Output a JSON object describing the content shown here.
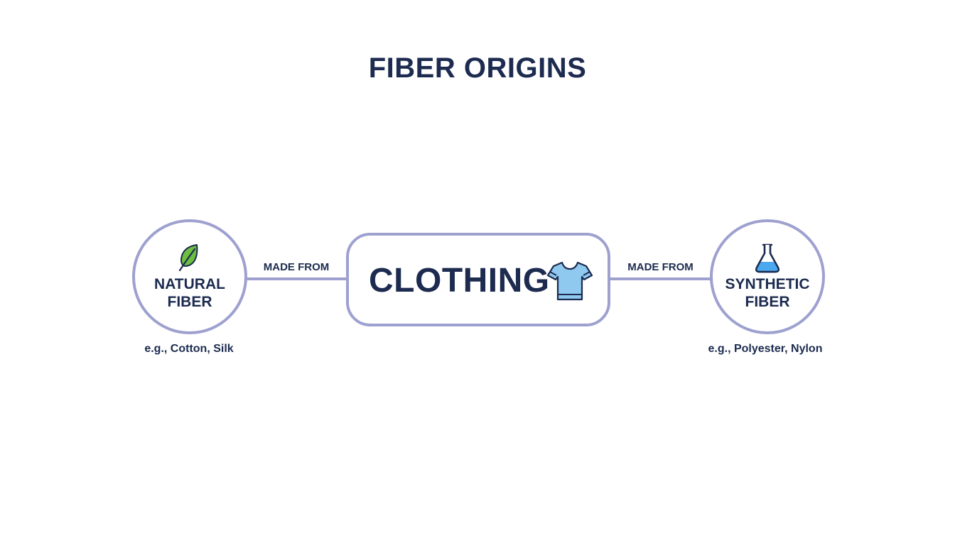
{
  "diagram": {
    "title": "FIBER ORIGINS",
    "center": {
      "label": "CLOTHING",
      "icon": "t-shirt-icon",
      "icon_color": "#8fc9ef"
    },
    "left_node": {
      "label_line1": "NATURAL",
      "label_line2": "FIBER",
      "icon": "leaf-icon",
      "icon_color": "#6cbf3f",
      "example": "e.g., Cotton, Silk"
    },
    "right_node": {
      "label_line1": "SYNTHETIC",
      "label_line2": "FIBER",
      "icon": "flask-icon",
      "icon_color": "#4aa8ee",
      "example": "e.g., Polyester, Nylon"
    },
    "edges": {
      "left_label": "MADE FROM",
      "right_label": "MADE FROM"
    },
    "colors": {
      "text": "#1c2b4f",
      "outline": "#9ea1cf"
    }
  }
}
